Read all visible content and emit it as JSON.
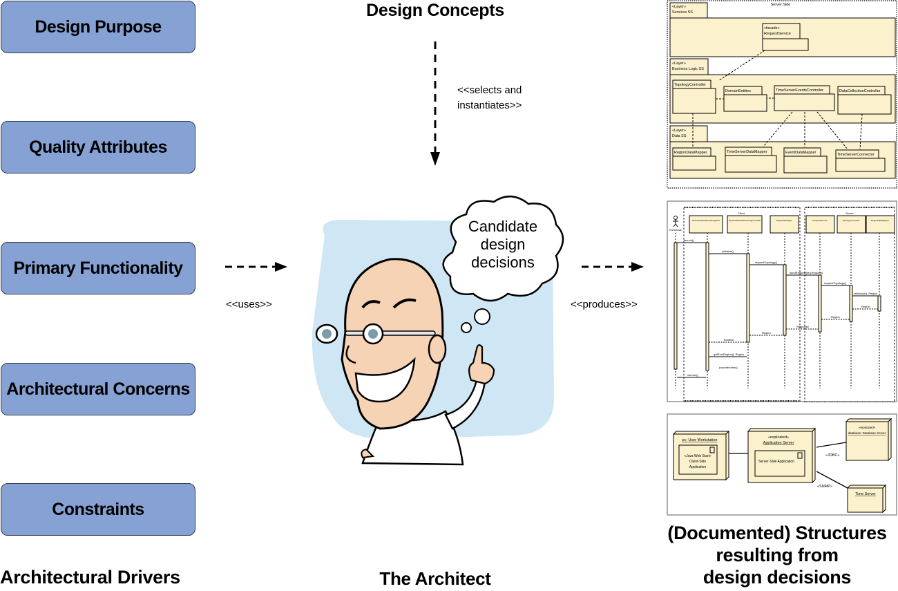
{
  "drivers": {
    "title": "Architectural Drivers",
    "items": [
      {
        "label": "Design Purpose"
      },
      {
        "label": "Quality Attributes"
      },
      {
        "label": "Primary Functionality"
      },
      {
        "label": "Architectural Concerns"
      },
      {
        "label": "Constraints"
      }
    ],
    "box_color": "#86a2d4"
  },
  "design_concepts": {
    "title": "Design Concepts",
    "relation": [
      "<<selects and",
      "instantiates>>"
    ]
  },
  "uses_relation": "<<uses>>",
  "produces_relation": "<<produces>>",
  "architect": {
    "title": "The Architect",
    "thought": [
      "Candidate",
      "design",
      "decisions"
    ],
    "background_color": "#cfe6f4"
  },
  "structures": {
    "title_lines": [
      "(Documented) Structures",
      "resulting from",
      "design decisions"
    ],
    "module_diagram": {
      "frame_label": "Server Side",
      "layers": [
        {
          "stereotype": "«Layer»",
          "name": "Services SS",
          "elements": [
            {
              "stereotype": "«facade»",
              "name": "RequestService"
            }
          ]
        },
        {
          "stereotype": "«Layer»",
          "name": "Business Logic SS",
          "elements": [
            {
              "name": "TopologyController"
            },
            {
              "name": "DomainEntities"
            },
            {
              "name": "TimeServerEventsController"
            },
            {
              "name": "DataCollectionController"
            }
          ]
        },
        {
          "stereotype": "«Layer»",
          "name": "Data SS",
          "elements": [
            {
              "name": "RegionDataMapper"
            },
            {
              "name": "TimeServerDataMapper"
            },
            {
              "name": "EventDataMapper"
            },
            {
              "name": "TimeServerConnector"
            }
          ]
        }
      ]
    },
    "sequence_diagram": {
      "actor": "Technician",
      "groups": [
        "Client",
        "Server"
      ],
      "lifelines": [
        "NetworkStatusMonitoringView",
        "NetworkStatusMonitoringController",
        "RequestManager",
        "RequestService",
        "TopologyController",
        "RegionDataMapper"
      ],
      "messages": [
        "launch()",
        "initialize()",
        "requestTopology()",
        "sendRequest(req:Request)",
        "requestTopology()",
        "retrieve(id): Region",
        "Region",
        "Region",
        "Response",
        "Region",
        "Boolean",
        "getRootRegion(): Region",
        "populateView()",
        "interact()"
      ]
    },
    "deployment_diagram": {
      "nodes": [
        {
          "title": "pc: User Workstation",
          "component": [
            "«Java Web Start»",
            "Client-Side",
            "Application"
          ]
        },
        {
          "stereotype": "«replicated»",
          "title": "Application Server",
          "component": [
            "Server-Side Application"
          ]
        },
        {
          "stereotype": "«replicated»",
          "title": "database: Database Server"
        },
        {
          "title": "Time Server"
        }
      ],
      "links": [
        "«JDBC»",
        "«SNMP»"
      ]
    },
    "uml_fill": "#fbf1cc"
  }
}
